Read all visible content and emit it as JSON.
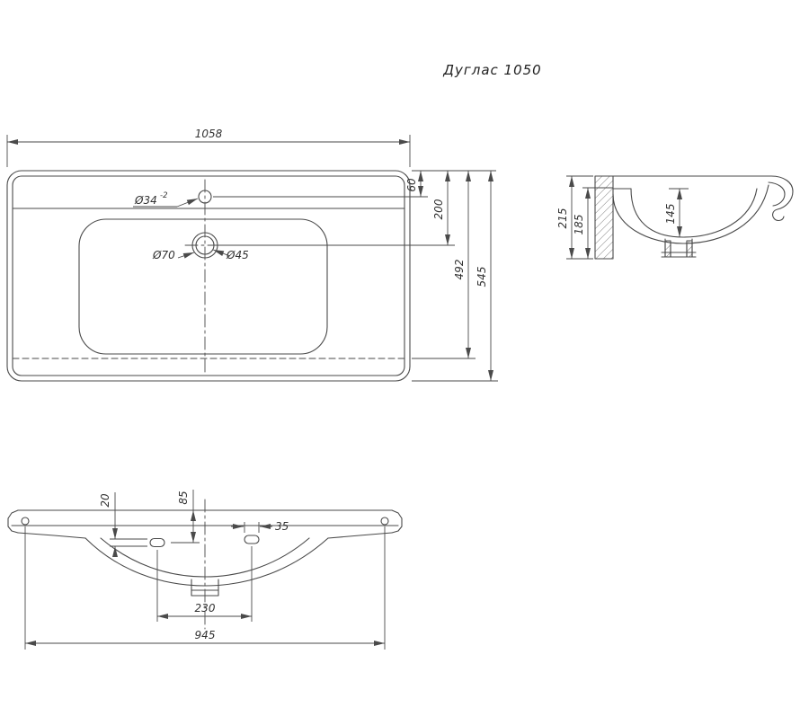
{
  "title": "Дуглас 1050",
  "top_view": {
    "overall_width": "1058",
    "overall_depth": "545",
    "basin_back_to_front": "492",
    "drain_from_back": "200",
    "faucet_from_back": "60",
    "faucet_hole_dia": "Ø34",
    "faucet_hole_tolerance": "-2",
    "drain_outer_dia": "Ø70",
    "drain_hole_dia": "Ø45"
  },
  "side_view": {
    "total_height": "215",
    "body_height": "185",
    "basin_depth": "145"
  },
  "front_view": {
    "overflow_hole_height": "20",
    "overflow_center_from_top": "85",
    "overflow_hole_width": "35",
    "recess_width": "230",
    "mounting_holes_span": "945"
  }
}
